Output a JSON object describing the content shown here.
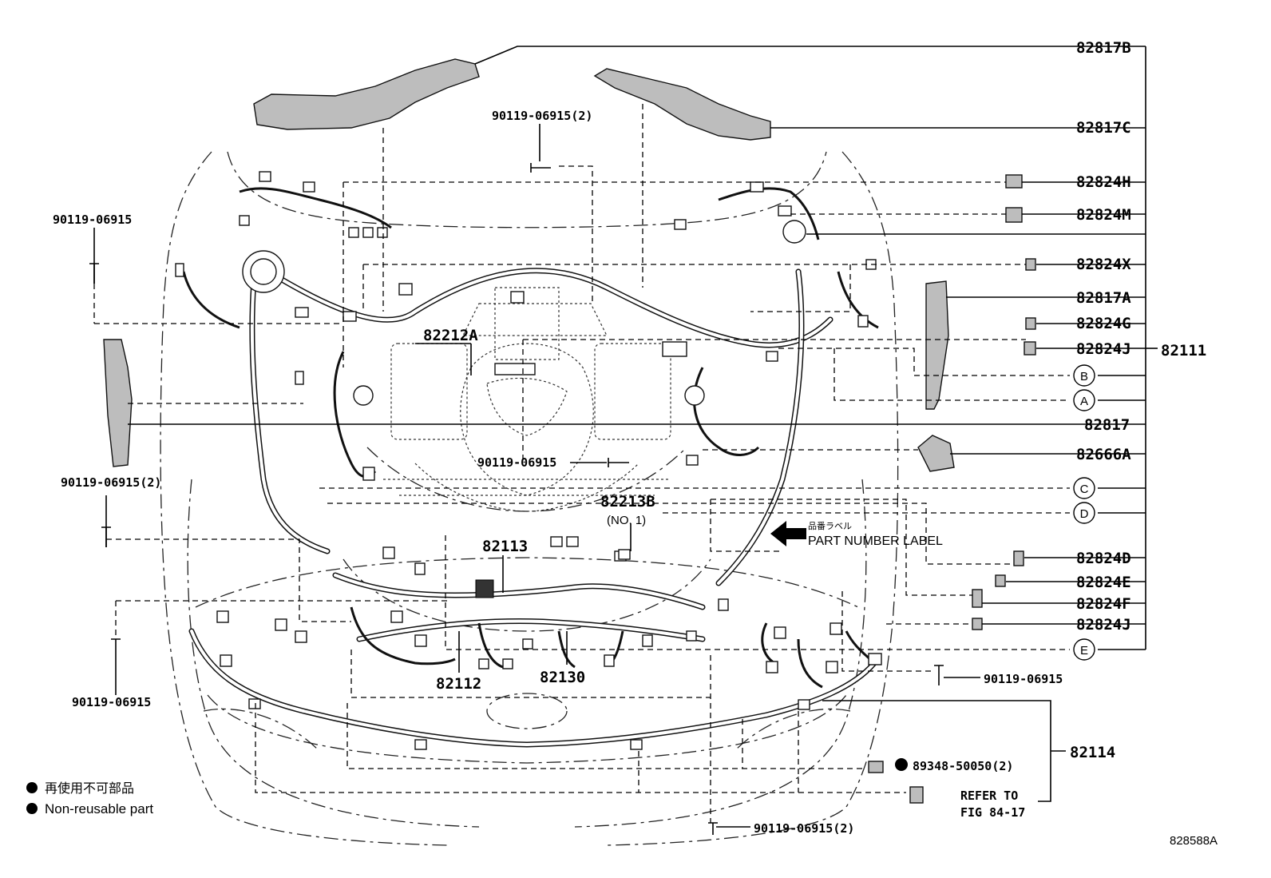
{
  "labels": {
    "p82817B": "82817B",
    "p82817C": "82817C",
    "p82824H": "82824H",
    "p82824M": "82824M",
    "p82824X": "82824X",
    "p82817A": "82817A",
    "p82824G": "82824G",
    "p82824J_top": "82824J",
    "p82111": "82111",
    "p82817": "82817",
    "p82666A": "82666A",
    "p82824D": "82824D",
    "p82824E": "82824E",
    "p82824F": "82824F",
    "p82824J_bottom": "82824J",
    "p82114": "82114",
    "p82212A": "82212A",
    "p82213B": "82213B",
    "no1": "(NO. 1)",
    "p82113": "82113",
    "p82112": "82112",
    "p82130": "82130",
    "bolt_top": "90119-06915(2)",
    "bolt_left_upper": "90119-06915",
    "bolt_left_mid": "90119-06915(2)",
    "bolt_left_lower": "90119-06915",
    "bolt_center": "90119-06915",
    "bolt_right_lower": "90119-06915",
    "bolt_bottom": "90119-06915(2)",
    "clip_89348": "89348-50050(2)",
    "refer_line1": "REFER TO",
    "refer_line2": "FIG 84-17",
    "part_label_jp": "品番ラベル",
    "part_label_en": "PART NUMBER LABEL",
    "circle_b": "B",
    "circle_a": "A",
    "circle_c": "C",
    "circle_d": "D",
    "circle_e": "E"
  },
  "legend": {
    "jp": "再使用不可部品",
    "en": "Non-reusable part"
  },
  "figure_id": "828588A"
}
